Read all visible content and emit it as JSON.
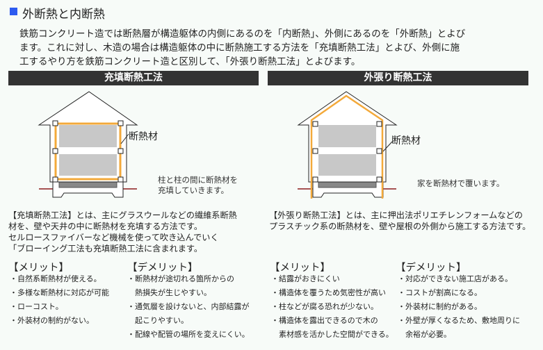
{
  "title": "外断熱と内断熱",
  "intro_lines": [
    "鉄筋コンクリート造では断熱層が構造躯体の内側にあるのを「内断熱」、外側にあるのを「外断熱」とよび",
    "ます。これに対し、木造の場合は構造躯体の中に断熱施工する方法を「充填断熱工法」とよび、外側に施",
    "工するやり方を鉄筋コンクリート造と区別して、「外張り断熱工法」とよびます。"
  ],
  "colors": {
    "accent": "#2d5bf0",
    "insulation": "#f3a93a",
    "bar": "#333333",
    "ground": "#8b1a1a"
  },
  "left": {
    "header": "充填断熱工法",
    "diagram_label": "断熱材",
    "caption": [
      "柱と柱の間に断熱材を",
      "充填していきます。"
    ],
    "description": [
      "【充填断熱工法】とは、主にグラスウールなどの繊維系断熱",
      "材を、壁や天井の中に断熱材を充填する方法です。",
      "セルロースファイバーなど機械を使って吹き込んでいく",
      "「ブローイング工法も充填断熱工法に含まれます。"
    ],
    "merit_title": "【メリット】",
    "merits": [
      "・自然系断熱材が使える。",
      "・多様な断熱材に対応が可能",
      "・ローコスト。",
      "・外装材の制約がない。"
    ],
    "demerit_title": "【デメリット】",
    "demerits": [
      "・断熱材が途切れる箇所からの",
      "　熱損失が生じやすい。",
      "・通気層を設けないと、内部結露が",
      "　起こりやすい。",
      "・配線や配管の場所を変えにくい。"
    ]
  },
  "right": {
    "header": "外張り断熱工法",
    "diagram_label": "断熱材",
    "caption": [
      "家を断熱材で覆います。"
    ],
    "description": [
      "【外張り断熱工法】とは、主に押出法ポリエチレンフォームなどの",
      "プラスチック系の断熱材を、壁や屋根の外側から施工する方法です。"
    ],
    "merit_title": "【メリット】",
    "merits": [
      "・結露がおきにくい",
      "・構造体を覆うため気密性が高い",
      "・柱などが腐る恐れが少ない。",
      "・構造体を露出できるので木の",
      "　素材感を活かした空間ができる。"
    ],
    "demerit_title": "【デメリット】",
    "demerits": [
      "・対応ができない施工店がある。",
      "・コストが割高になる。",
      "・外装材に制約がある。",
      "・外壁が厚くなるため、敷地周りに",
      "　余裕が必要。"
    ]
  }
}
